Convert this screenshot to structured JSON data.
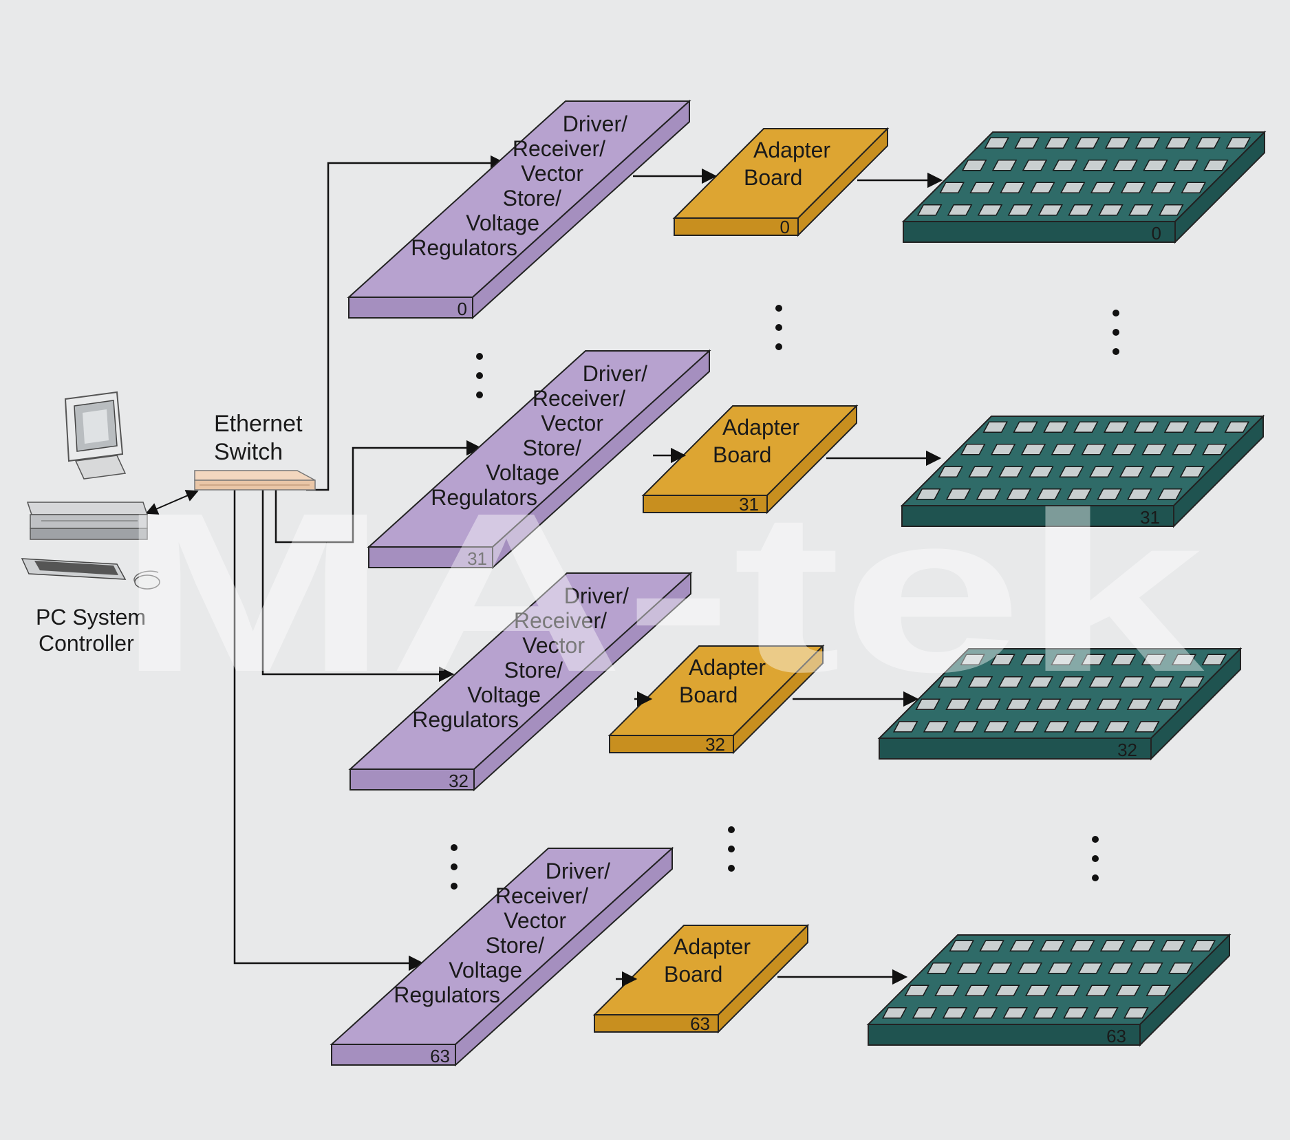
{
  "controller": {
    "line1": "PC System",
    "line2": "Controller"
  },
  "switch": {
    "line1": "Ethernet",
    "line2": "Switch"
  },
  "driver_lines": [
    "Driver/",
    "Receiver/",
    "Vector",
    "Store/",
    "Voltage",
    "Regulators"
  ],
  "adapter_lines": [
    "Adapter",
    "Board"
  ],
  "watermark": "MA-tek",
  "channels": [
    {
      "index": "0"
    },
    {
      "index": "31"
    },
    {
      "index": "32"
    },
    {
      "index": "63"
    }
  ],
  "colors": {
    "background": "#e8e9ea",
    "driver_top": "#b7a2cf",
    "driver_side": "#a58fbf",
    "adapter_top": "#dda532",
    "adapter_side": "#c88f1f",
    "tray_top": "#2f6b68",
    "tray_side": "#1f5350",
    "chip": "#c9cfd0"
  }
}
